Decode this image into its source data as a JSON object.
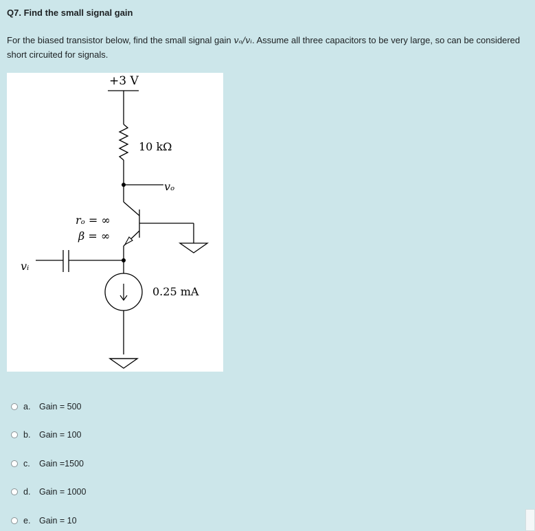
{
  "question": {
    "title": "Q7. Find the small signal gain",
    "text_before": "For the biased transistor below, find the small signal gain ",
    "gain_expr": "vₒ/vᵢ",
    "text_after": ". Assume all three capacitors to be very large, so can be considered short circuited for signals."
  },
  "circuit": {
    "supply": "+3 V",
    "resistor": "10 kΩ",
    "output": "vₒ",
    "input": "vᵢ",
    "ro": "rₒ = ∞",
    "beta": "β = ∞",
    "current": "0.25 mA"
  },
  "options": [
    {
      "letter": "a.",
      "label": "Gain = 500"
    },
    {
      "letter": "b.",
      "label": "Gain = 100"
    },
    {
      "letter": "c.",
      "label": "Gain =1500"
    },
    {
      "letter": "d.",
      "label": "Gain = 1000"
    },
    {
      "letter": "e.",
      "label": "Gain = 10"
    }
  ]
}
